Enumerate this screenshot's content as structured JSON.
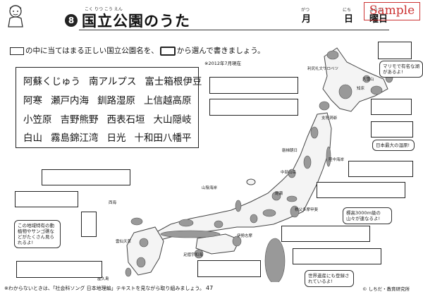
{
  "header": {
    "number": "8",
    "title": "国立公園のうた",
    "title_ruby": "こく りつ こう えん",
    "month_label": "月",
    "day_label": "日",
    "weekday_label": "曜日",
    "month_ruby": "がつ",
    "day_ruby": "にち",
    "weekday_ruby": "よう び"
  },
  "stamp": "Sample",
  "instruction": {
    "part1": "の中に当てはまる正しい国立公園名を、",
    "part2": "から選んで書きましょう。"
  },
  "note": "※2012年7月現在",
  "park_names": [
    [
      "阿蘇くじゅう",
      "南アルプス",
      "富士箱根伊豆"
    ],
    [
      "阿寒",
      "瀬戸内海",
      "釧路湿原",
      "上信越高原"
    ],
    [
      "小笠原",
      "吉野熊野",
      "西表石垣",
      "大山隠岐"
    ],
    [
      "白山",
      "霧島錦江湾",
      "日光",
      "十和田八幡平"
    ]
  ],
  "map_labels": {
    "rishiri": "利尻礼文サロベツ",
    "daisetsu": "大雪山",
    "shiretoko": "知床",
    "shikotsu": "支笏洞爺",
    "bandai": "磐梯朝日",
    "rikuchu": "陸中海岸",
    "chubu": "中部山岳",
    "sanin": "山陰海岸",
    "oze": "尾瀬",
    "chichibu": "秩父多摩甲斐",
    "ise": "伊勢志摩",
    "saikai": "西海",
    "unzen": "雲仙天草",
    "ashizuri": "足摺宇和海",
    "yakushima": "屋久島"
  },
  "bubbles": {
    "marimo": "マリモで有名な湖があるよ!",
    "wetland": "日本最大の湿原!",
    "coral": "この地域特有の動植物やサンゴ礁などがたくさん見られるよ!",
    "mountains": "標高3000m級の山々が連なるよ!",
    "heritage": "世界遺産にも登録されているよ!"
  },
  "footer": {
    "hint": "※わからないときは、「社会科ソング 日本地理編」テキストを見ながら取り組みましょう。",
    "page": "47",
    "copyright": "© しちだ・教育研究所"
  }
}
